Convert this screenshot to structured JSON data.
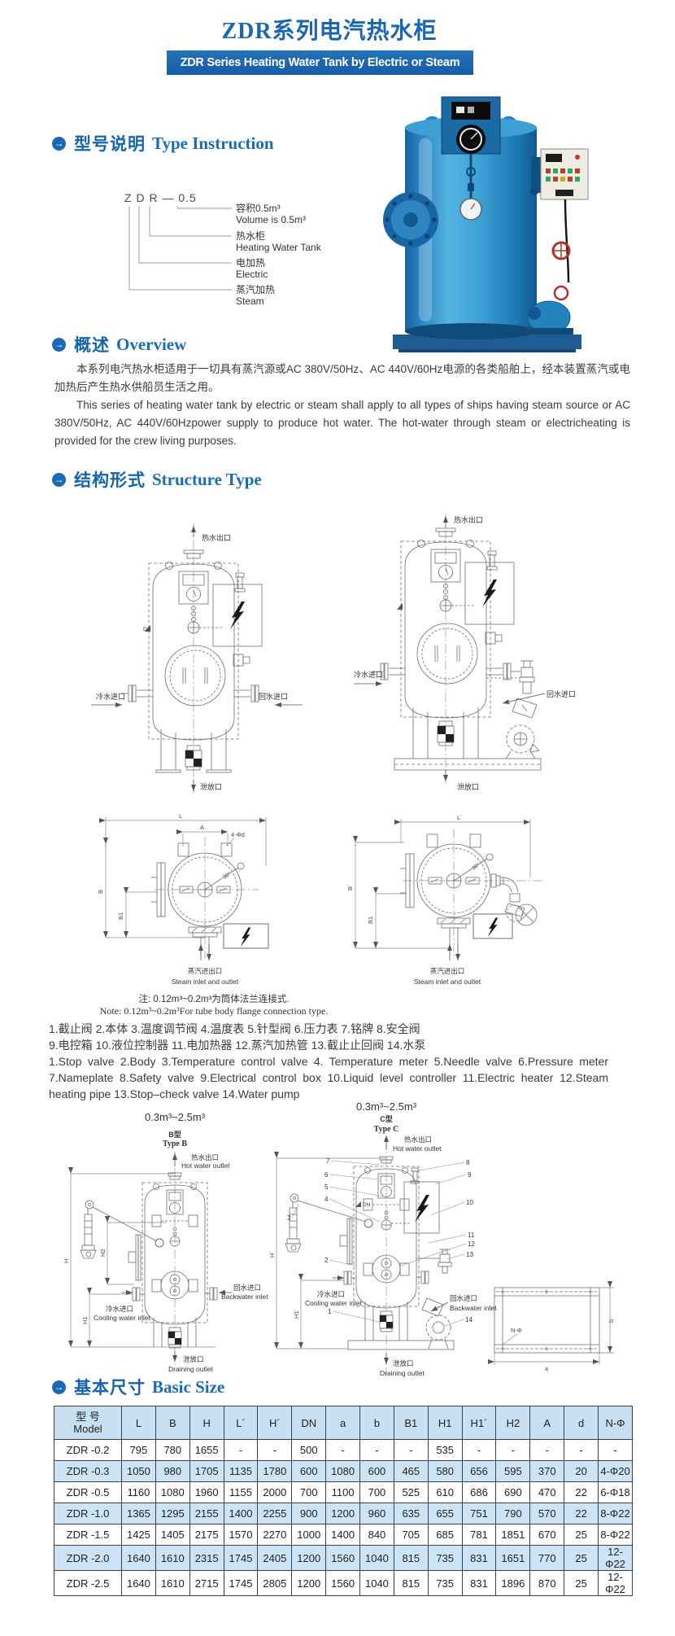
{
  "page": {
    "title_cn": "ZDR系列电汽热水柜",
    "banner_en": "ZDR Series Heating Water Tank by Electric or Steam"
  },
  "sections": {
    "s1_cn": "型号说明",
    "s1_en": "Type Instruction",
    "s2_cn": "概述",
    "s2_en": "Overview",
    "s3_cn": "结构形式",
    "s3_en": "Structure Type",
    "s4_cn": "基本尺寸",
    "s4_en": "Basic Size"
  },
  "type_instruction": {
    "model_code": "Z D R — 0.5",
    "branch1_cn": "容积0.5m³",
    "branch1_en": "Volume is 0.5m³",
    "branch2_cn": "热水柜",
    "branch2_en": "Heating Water Tank",
    "branch3_cn": "电加热",
    "branch3_en": "Electric",
    "branch4_cn": "蒸汽加热",
    "branch4_en": "Steam"
  },
  "overview": {
    "cn": "本系列电汽热水柜适用于一切具有蒸汽源或AC 380V/50Hz、AC 440V/60Hz电源的各类船舶上，经本装置蒸汽或电加热后产生热水供船员生活之用。",
    "en": "This series of heating water tank by electric or steam shall apply to all types of ships having steam source or AC 380V/50Hz, AC 440V/60Hzpower supply to produce hot water. The hot-water through steam or electricheating is provided for the crew living purposes."
  },
  "structure": {
    "note_cn": "注: 0.12m³~0.2m³为筒体法兰连接式.",
    "note_en": "Note: 0.12m³~0.2m³For tube body flange connection type.",
    "parts_cn_1": "1.截止阀 2.本体 3.温度调节阀 4.温度表 5.针型阀 6.压力表 7.铭牌 8.安全阀",
    "parts_cn_2": "9.电控箱 10.液位控制器 11.电加热器 12.蒸汽加热管 13.截止止回阀 14.水泵",
    "parts_en_1": "1.Stop valve 2.Body 3.Temperature control valve 4. Temperature meter 5.Needle valve 6.Pressure meter",
    "parts_en_2": "7.Nameplate 8.Safety valve 9.Electrical control box 10.Liquid level controller 11.Electric heater 12.Steam",
    "parts_en_3": "heating pipe 13.Stop–check valve 14.Water pump",
    "capacity_range": "0.3m³~2.5m³",
    "type_b_cn": "B型",
    "type_b_en": "Type B",
    "type_c_cn": "C型",
    "type_c_en": "Type C",
    "labels": {
      "hot_water_outlet_cn": "热水出口",
      "hot_water_outlet_en": "Hot water outlet",
      "cold_water_inlet_cn": "冷水进口",
      "cooling_water_inlet_en": "Cooling water inlet",
      "return_water_inlet_cn": "回水进口",
      "backwater_inlet_en": "Backwater inlet",
      "drain_cn": "泄放口",
      "draining_outlet_en": "Draining outlet",
      "steam_cn": "蒸汽进出口",
      "steam_en": "Steam inlet and outlet",
      "dn": "DN"
    },
    "dims": {
      "L": "L",
      "A": "A",
      "B": "B",
      "B1": "B1",
      "L2": "L´",
      "B2": "B´",
      "H": "H",
      "H1": "H1",
      "H2": "H2",
      "Hp": "H´",
      "H1p": "H1´",
      "phid": "4-Φd",
      "deg30": "30°",
      "N": "N-Φ",
      "a": "a",
      "b": "b"
    },
    "callouts": [
      "1",
      "2",
      "3",
      "4",
      "5",
      "6",
      "7",
      "8",
      "9",
      "10",
      "11",
      "12",
      "13",
      "14"
    ]
  },
  "basic_size_table": {
    "header_model_cn": "型 号",
    "header_model_en": "Model",
    "columns": [
      "L",
      "B",
      "H",
      "L´",
      "H´",
      "DN",
      "a",
      "b",
      "B1",
      "H1",
      "H1´",
      "H2",
      "A",
      "d",
      "N-Φ"
    ],
    "rows": [
      {
        "model": "ZDR -0.2",
        "values": [
          "795",
          "780",
          "1655",
          "-",
          "-",
          "500",
          "-",
          "-",
          "-",
          "535",
          "-",
          "-",
          "-",
          "-",
          "-"
        ]
      },
      {
        "model": "ZDR -0.3",
        "values": [
          "1050",
          "980",
          "1705",
          "1135",
          "1780",
          "600",
          "1080",
          "600",
          "465",
          "580",
          "656",
          "595",
          "370",
          "20",
          "4-Φ20"
        ]
      },
      {
        "model": "ZDR -0.5",
        "values": [
          "1160",
          "1080",
          "1960",
          "1155",
          "2000",
          "700",
          "1100",
          "700",
          "525",
          "610",
          "686",
          "690",
          "470",
          "22",
          "6-Φ18"
        ]
      },
      {
        "model": "ZDR -1.0",
        "values": [
          "1365",
          "1295",
          "2155",
          "1400",
          "2255",
          "900",
          "1200",
          "960",
          "635",
          "655",
          "751",
          "790",
          "570",
          "22",
          "8-Φ22"
        ]
      },
      {
        "model": "ZDR -1.5",
        "values": [
          "1425",
          "1405",
          "2175",
          "1570",
          "2270",
          "1000",
          "1400",
          "840",
          "705",
          "685",
          "781",
          "1851",
          "670",
          "25",
          "8-Φ22"
        ]
      },
      {
        "model": "ZDR -2.0",
        "values": [
          "1640",
          "1610",
          "2315",
          "1745",
          "2405",
          "1200",
          "1560",
          "1040",
          "815",
          "735",
          "831",
          "1651",
          "770",
          "25",
          "12-Φ22"
        ]
      },
      {
        "model": "ZDR -2.5",
        "values": [
          "1640",
          "1610",
          "2715",
          "1745",
          "2805",
          "1200",
          "1560",
          "1040",
          "815",
          "735",
          "831",
          "1896",
          "870",
          "25",
          "12-Φ22"
        ]
      }
    ]
  }
}
